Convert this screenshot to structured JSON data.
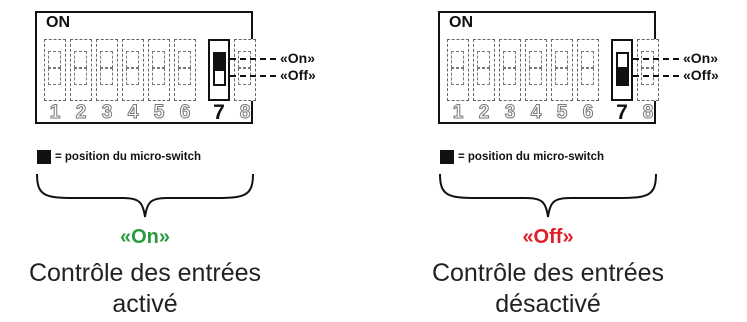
{
  "colors": {
    "on": "#2a9a3c",
    "off": "#e21f26"
  },
  "panels": [
    {
      "on_label": "ON",
      "numbers": [
        "1",
        "2",
        "3",
        "4",
        "5",
        "6",
        "7",
        "8"
      ],
      "active_index": 6,
      "active_state": "on",
      "label_on": "«On»",
      "label_off": "«Off»",
      "legend": "= position du micro-switch",
      "status": "«On»",
      "status_color": "on",
      "caption_line1": "Contrôle des entrées",
      "caption_line2": "activé"
    },
    {
      "on_label": "ON",
      "numbers": [
        "1",
        "2",
        "3",
        "4",
        "5",
        "6",
        "7",
        "8"
      ],
      "active_index": 6,
      "active_state": "off",
      "label_on": "«On»",
      "label_off": "«Off»",
      "legend": "= position du micro-switch",
      "status": "«Off»",
      "status_color": "off",
      "caption_line1": "Contrôle des entrées",
      "caption_line2": "désactivé"
    }
  ]
}
